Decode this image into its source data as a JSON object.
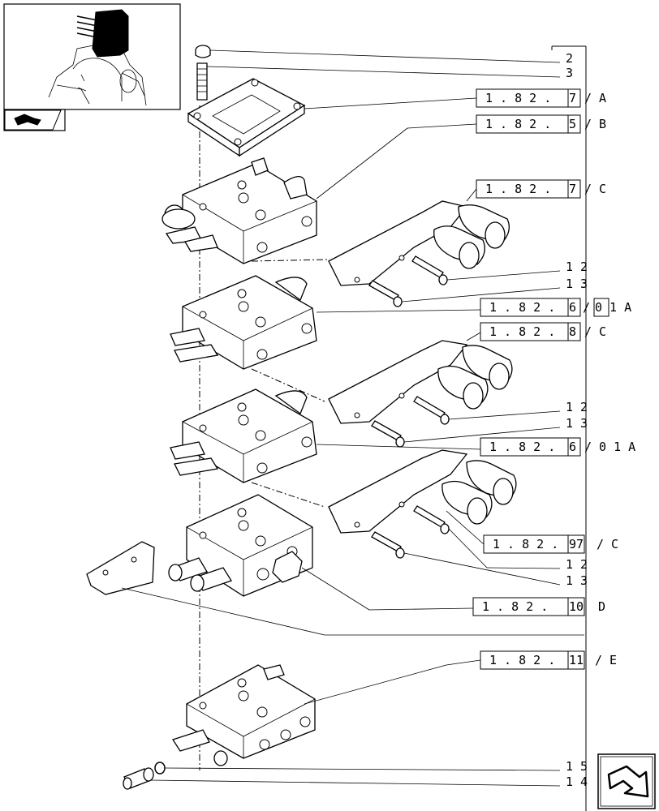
{
  "callouts": {
    "c2": "2",
    "c3": "3",
    "c12a": "1 2",
    "c13a": "1 3",
    "c12b": "1 2",
    "c13b": "1 3",
    "c12c": "1 2",
    "c13c": "1 3",
    "c15": "1 5",
    "c14": "1 4"
  },
  "refs": [
    {
      "code": "1 . 8 2 .",
      "suffix": "/ A"
    },
    {
      "code": "1 . 8 2 .",
      "suffix": "/ B"
    },
    {
      "code": "1 . 8 2 .",
      "suffix": "/ C"
    },
    {
      "code": "1 . 8 2 .",
      "suffix": "0 1 A"
    },
    {
      "code": "1 . 8 2 .",
      "suffix": "/ C"
    },
    {
      "code": "1 . 8 2 .",
      "suffix": "/ 0 1 A"
    },
    {
      "code": "1 . 8 2 .",
      "suffix": "/ C"
    },
    {
      "code": "1 . 8 2 .",
      "suffix": "D"
    },
    {
      "code": "1 . 8 2 .",
      "suffix": "/ E"
    }
  ],
  "icons": {
    "thumbnail": "tractor-hydraulic-valve-thumbnail",
    "badge": "previous-page-arrow-icon",
    "nav": "next-page-arrow-icon"
  }
}
